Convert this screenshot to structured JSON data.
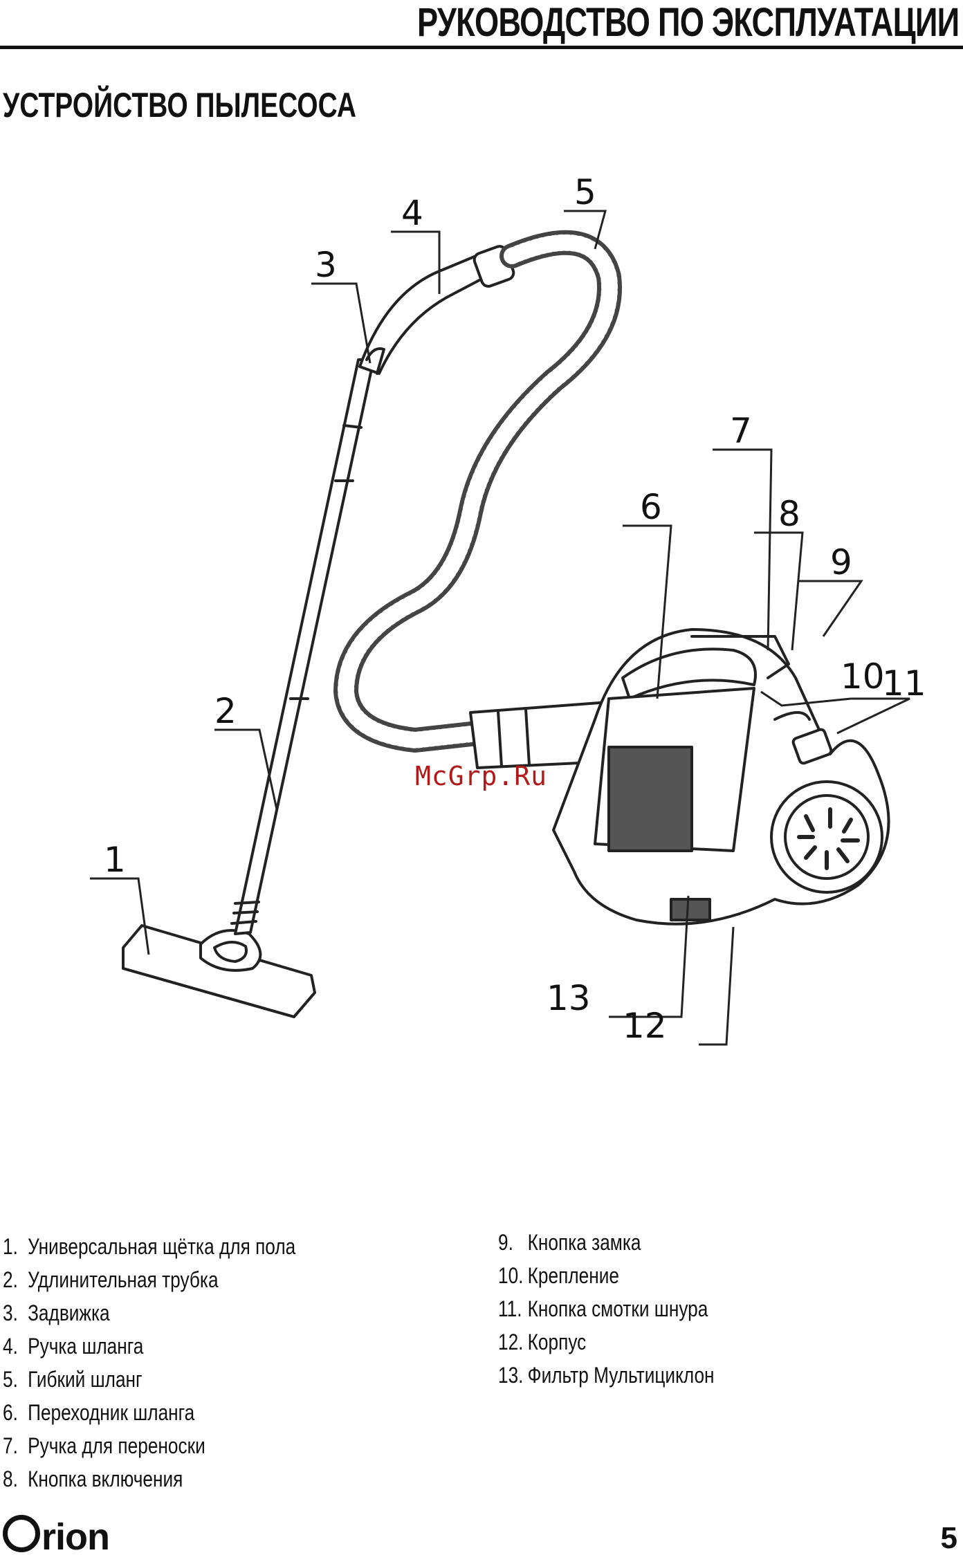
{
  "header": {
    "title": "РУКОВОДСТВО ПО ЭКСПЛУАТАЦИИ"
  },
  "section": {
    "title": "УСТРОЙСТВО ПЫЛЕСОСА"
  },
  "diagram": {
    "callouts": [
      "1",
      "2",
      "3",
      "4",
      "5",
      "6",
      "7",
      "8",
      "9",
      "10",
      "11",
      "12",
      "13"
    ]
  },
  "watermark": "McGrp.Ru",
  "legend": {
    "left": [
      {
        "num": "1.",
        "label": "Универсальная щётка для пола"
      },
      {
        "num": "2.",
        "label": "Удлинительная трубка"
      },
      {
        "num": "3.",
        "label": "Задвижка"
      },
      {
        "num": "4.",
        "label": "Ручка шланга"
      },
      {
        "num": "5.",
        "label": "Гибкий шланг"
      },
      {
        "num": "6.",
        "label": "Переходник шланга"
      },
      {
        "num": "7.",
        "label": "Ручка для переноски"
      },
      {
        "num": "8.",
        "label": "Кнопка включения"
      }
    ],
    "right": [
      {
        "num": "9.",
        "label": "Кнопка замка"
      },
      {
        "num": "10.",
        "label": "Крепление"
      },
      {
        "num": "11.",
        "label": "Кнопка смотки шнура"
      },
      {
        "num": "12.",
        "label": "Корпус"
      },
      {
        "num": "13.",
        "label": "Фильтр Мультициклон"
      }
    ]
  },
  "footer": {
    "brand": "rion",
    "page_number": "5"
  }
}
